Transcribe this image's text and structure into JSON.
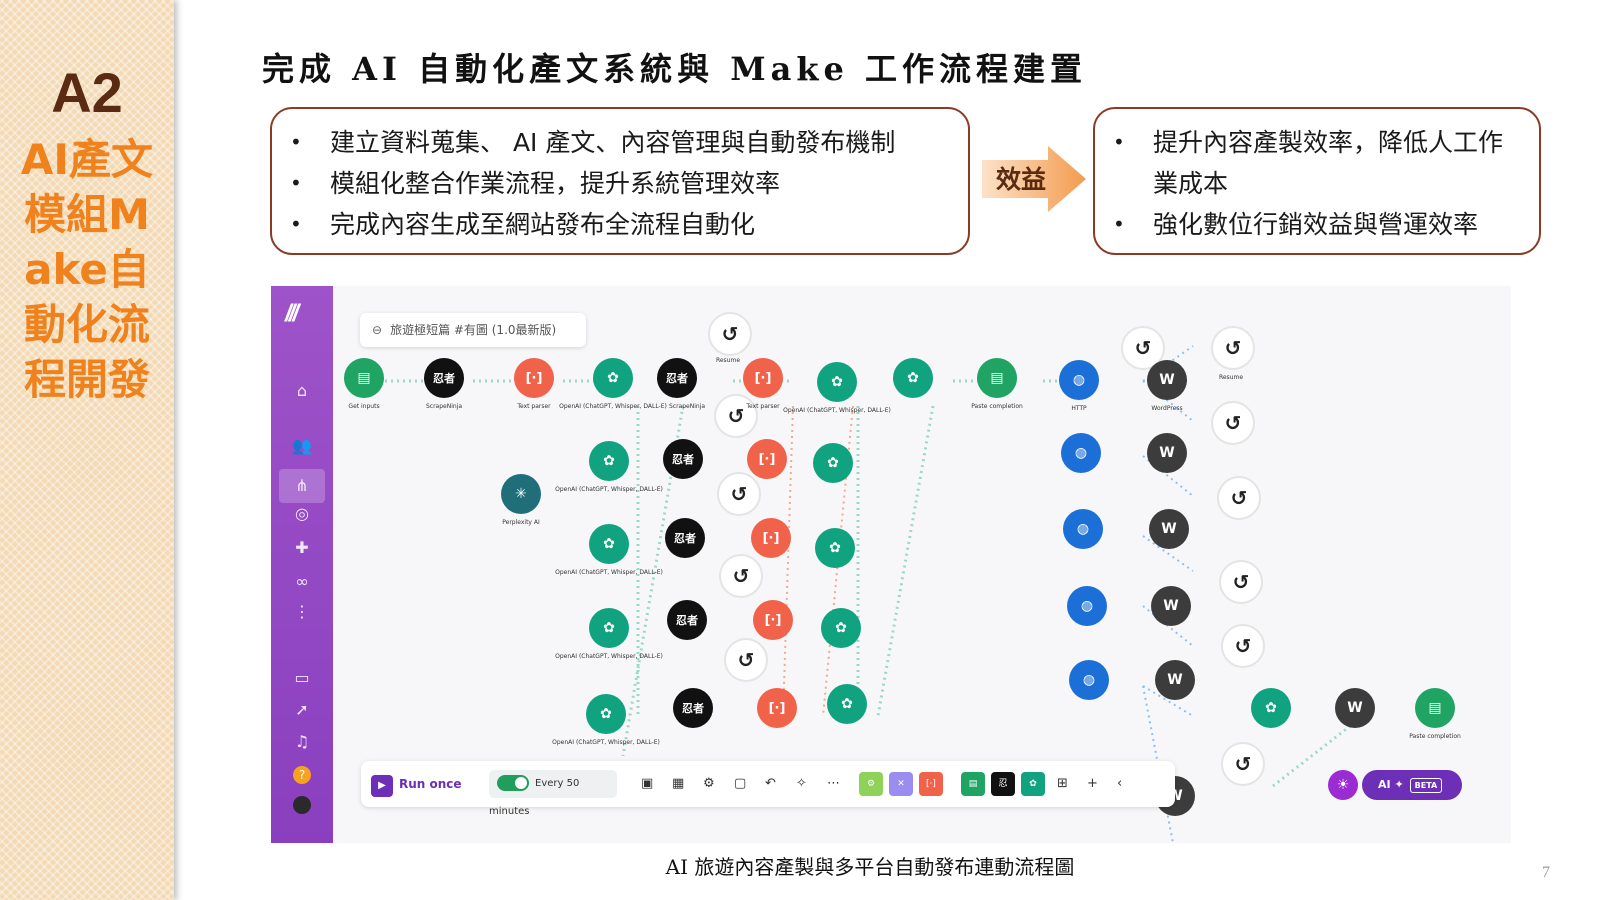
{
  "sidebar": {
    "code": "A2",
    "vertical_title": "AI產文模組Make自動化流程開發"
  },
  "title": "完成 AI 自動化產文系統與 Make 工作流程建置",
  "left_box": {
    "items": [
      "建立資料蒐集、 AI 產文、內容管理與自動發布機制",
      "模組化整合作業流程，提升系統管理效率",
      "完成內容生成至網站發布全流程自動化"
    ]
  },
  "arrow_label": "效益",
  "right_box": {
    "items": [
      "提升內容產製效率，降低人工作業成本",
      "強化數位行銷效益與營運效率"
    ]
  },
  "bullet": "•",
  "screenshot": {
    "breadcrumb": "旅遊極短篇 #有圖 (1.0最新版)",
    "run_once": "Run once",
    "schedule": "Every 50 minutes",
    "ai_label": "AI",
    "beta_label": "BETA",
    "node_labels": {
      "get_inputs": "Get inputs",
      "scrapeninja": "ScrapeNinja",
      "text_parser": "Text parser",
      "openai": "OpenAI (ChatGPT, Whisper, DALL-E)",
      "resume": "Resume",
      "paste_completion": "Paste completion",
      "http": "HTTP",
      "wordpress": "WordPress",
      "perplexity": "Perplexity AI"
    }
  },
  "caption": "AI 旅遊內容產製與多平台自動發布連動流程圖",
  "page_number": "7",
  "colors": {
    "accent_orange": "#f0821e",
    "brown": "#5a2a12",
    "box_border": "#8b3a24",
    "make_purple": "#8a3fbf"
  }
}
